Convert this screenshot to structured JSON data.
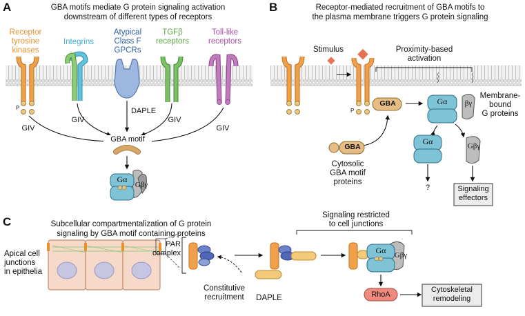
{
  "panels": {
    "a": {
      "letter": "A",
      "title_line1": "GBA motifs mediate G protein signaling activation",
      "title_line2": "downstream of different types of receptors",
      "receptors": [
        {
          "line1": "Receptor",
          "line2": "tyrosine",
          "line3": "kinases",
          "color": "#E8912F"
        },
        {
          "line1": "Integrins",
          "color": "#3BAFD0"
        },
        {
          "line1": "Atypical",
          "line2": "Class F",
          "line3": "GPCRs",
          "color": "#2C5DA8"
        },
        {
          "line1": "TGFβ",
          "line2": "receptors",
          "color": "#5CA845"
        },
        {
          "line1": "Toll-like",
          "line2": "receptors",
          "color": "#A84FA5"
        }
      ],
      "arrow_labels": [
        "GIV",
        "GIV",
        "DAPLE",
        "GIV",
        "GIV"
      ],
      "phospho": "P",
      "gba_motif": "GBA motif",
      "galpha": "Gα",
      "gbg": "Gβγ"
    },
    "b": {
      "letter": "B",
      "title_line1": "Receptor-mediated recruitment of GBA motifs to",
      "title_line2": "the plasma membrane triggers G protein signaling",
      "stimulus": "Stimulus",
      "proximity_line1": "Proximity-based",
      "proximity_line2": "activation",
      "gba": "GBA",
      "galpha": "Gα",
      "by": "βγ",
      "gbg": "Gβγ",
      "phospho": "P",
      "membrane_bound_line1": "Membrane-",
      "membrane_bound_line2": "bound",
      "membrane_bound_line3": "G proteins",
      "cytosolic_line1": "Cytosolic",
      "cytosolic_line2": "GBA motif",
      "cytosolic_line3": "proteins",
      "question": "?",
      "effectors_line1": "Signaling",
      "effectors_line2": "effectors"
    },
    "c": {
      "letter": "C",
      "title_line1": "Subcellular compartmentalization of G protein",
      "title_line2": "signaling by GBA motif containing proteins",
      "apical_line1": "Apical cell",
      "apical_line2": "junctions",
      "apical_line3": "in epithelia",
      "par_line1": "PAR",
      "par_line2": "complex",
      "constitutive_line1": "Constitutive",
      "constitutive_line2": "recruitment",
      "daple": "DAPLE",
      "restricted_line1": "Signaling restricted",
      "restricted_line2": "to cell junctions",
      "galpha": "Gα",
      "gbg": "Gβγ",
      "rhoa": "RhoA",
      "cyto_line1": "Cytoskeletal",
      "cyto_line2": "remodeling"
    }
  },
  "colors": {
    "orange": "#E8912F",
    "tan": "#D9A766",
    "galpha": "#7FC3D6",
    "gray": "#BDBDBD",
    "rhoa": "#F08A7E",
    "epithelia": "#F6D9C8",
    "nucleus": "#C7C6E2"
  }
}
